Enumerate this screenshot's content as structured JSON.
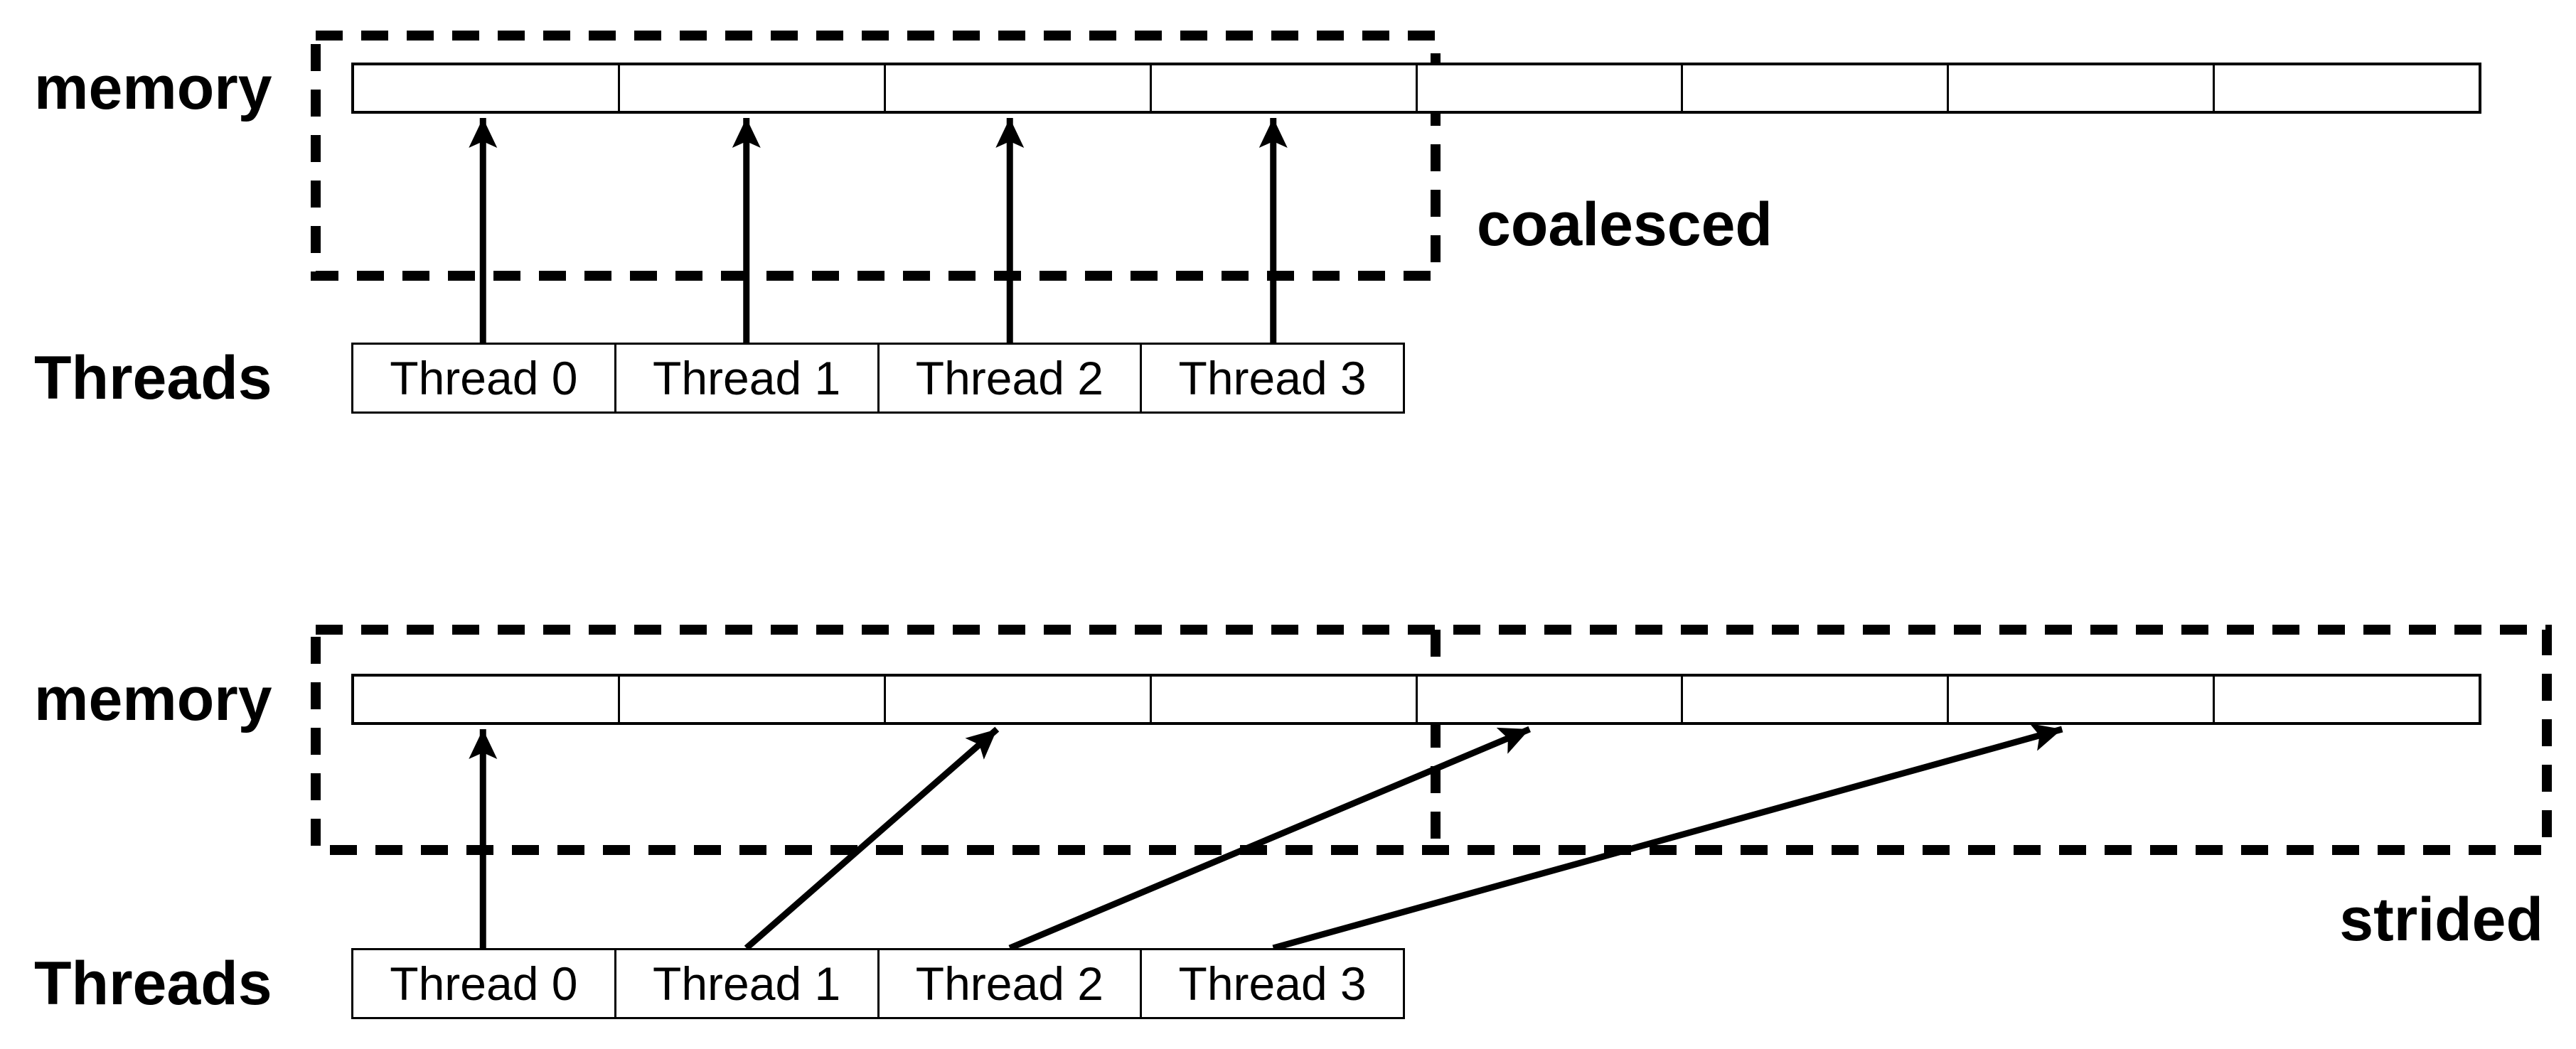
{
  "background_color": "#ffffff",
  "ink_color": "#000000",
  "sections": [
    {
      "id": "coalesced",
      "memory_label": "memory",
      "threads_label": "Threads",
      "pattern_label": "coalesced",
      "memory_cell_count": 8,
      "threads": [
        "Thread 0",
        "Thread 1",
        "Thread 2",
        "Thread 3"
      ],
      "thread_to_cell": [
        0,
        1,
        2,
        3
      ],
      "dashed_region": {
        "first_cell": 0,
        "last_cell": 3
      }
    },
    {
      "id": "strided",
      "memory_label": "memory",
      "threads_label": "Threads",
      "pattern_label": "strided",
      "memory_cell_count": 8,
      "threads": [
        "Thread 0",
        "Thread 1",
        "Thread 2",
        "Thread 3"
      ],
      "thread_to_cell": [
        0,
        2,
        4,
        6
      ],
      "dashed_region": {
        "first_cell": 0,
        "last_cell": 7
      },
      "dashed_divider_after_cell": 3
    }
  ]
}
